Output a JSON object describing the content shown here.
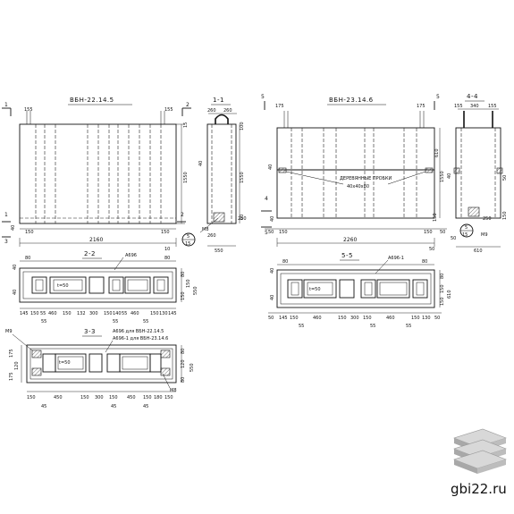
{
  "titles": {
    "vbn_22": "ВБН-22.14.5",
    "sec_1": "1-1",
    "vbn_23": "ВБН-23.14.6",
    "sec_4": "4-4",
    "sec_2": "2-2",
    "sec_5": "5-5",
    "sec_3": "3-3"
  },
  "markers": {
    "m1": "1",
    "m2": "2",
    "m3": "3",
    "m4": "4",
    "m5": "5"
  },
  "notes": {
    "wood_plugs": "ДЕРЕВЯННЫЕ ПРОБКИ",
    "wood_plugs_size": "40х40х80",
    "ab96": "А696",
    "ab96_1": "А696-1",
    "ab96_for_22": "А696 для ВБН-22.14.5",
    "ab96_1_for_23": "А696-1 для ВБН-23.14.6",
    "t50": "t=50",
    "m8": "М8",
    "m9": "М9",
    "circle_5": "5",
    "circle_15": "15"
  },
  "dims": {
    "v22": {
      "d155": "155",
      "d1550": "1550",
      "d150l": "150",
      "d150r": "150",
      "d2160": "2160",
      "d40": "40",
      "d15": "15",
      "d10": "10"
    },
    "s11": {
      "d260a": "260",
      "d260b": "260",
      "d100": "100",
      "d60": "60",
      "d1550": "1550",
      "d40": "40",
      "d550": "550",
      "d250": "250",
      "d260c": "260"
    },
    "v23": {
      "d175l": "175",
      "d175r": "175",
      "d610": "610",
      "d1550": "1550",
      "d40": "40",
      "d50l": "50",
      "d50r": "50",
      "d150l": "150",
      "d150r": "150",
      "d50": "50",
      "d2260": "2260",
      "d40b": "40"
    },
    "s44": {
      "d155l": "155",
      "d340": "340",
      "d155r": "155",
      "d40": "40",
      "d50": "50",
      "d150": "150",
      "d250": "250",
      "d610": "610",
      "d50b": "50"
    },
    "s22": {
      "t40": "40",
      "t80": "80",
      "t80b": "80",
      "b145": "145",
      "b150": "150",
      "b55": "55",
      "b460": "460",
      "b150b": "150",
      "b132": "132",
      "b300": "300",
      "b150c": "150",
      "b140": "140",
      "b55b": "55",
      "b460b": "460",
      "b150d": "150",
      "b130": "130",
      "b145b": "145",
      "r80": "80",
      "r150": "150",
      "r150b": "150",
      "r550": "550",
      "l40": "40",
      "bot55": "55",
      "bot55b": "55",
      "bot55c": "55"
    },
    "s55": {
      "t40": "40",
      "t80": "80",
      "t80b": "80",
      "b50": "50",
      "b145": "145",
      "b150": "150",
      "b460": "460",
      "b150b": "150",
      "b300": "300",
      "b150c": "150",
      "b460b": "460",
      "b150d": "150",
      "b130": "130",
      "b50b": "50",
      "r80": "80",
      "r150": "150",
      "r150b": "150",
      "r610": "610",
      "l40": "40",
      "bot55": "55",
      "bot55b": "55",
      "bot55c": "55"
    },
    "s33": {
      "l175": "175",
      "l120": "120",
      "l175b": "175",
      "b150": "150",
      "b450": "450",
      "b150b": "150",
      "b300": "300",
      "b150c": "150",
      "b450b": "450",
      "b150d": "150",
      "b180": "180",
      "b150e": "150",
      "bot45": "45",
      "bot45b": "45",
      "bot45c": "45",
      "r80": "80",
      "r120": "120",
      "r80b": "80",
      "r550": "550"
    }
  },
  "watermark": {
    "site": "gbi22.ru",
    "icon": "stacked-slabs-icon"
  }
}
